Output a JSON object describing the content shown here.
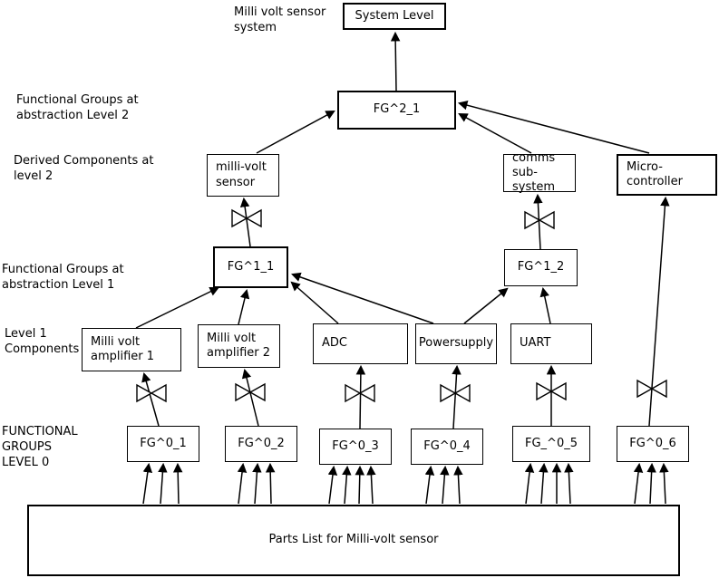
{
  "nodes": {
    "system_level": "System Level",
    "fg2_1": "FG^2_1",
    "millivolt_sensor": "milli-volt\nsensor",
    "comms_subsystem": "comms\nsub-system",
    "microcontroller": "Micro-\ncontroller",
    "fg1_1": "FG^1_1",
    "fg1_2": "FG^1_2",
    "amplifier1": "Milli volt\namplifier 1",
    "amplifier2": "Milli volt\namplifier 2",
    "adc": "ADC",
    "powersupply": "Powersupply",
    "uart": "UART",
    "fg0_1": "FG^0_1",
    "fg0_2": "FG^0_2",
    "fg0_3": "FG^0_3",
    "fg0_4": "FG^0_4",
    "fg0_5": "FG_^0_5",
    "fg0_6": "FG^0_6",
    "parts_list": "Parts List for Milli-volt sensor"
  },
  "labels": {
    "system_caption": "Milli volt sensor\nsystem",
    "fg_level2": "Functional Groups at\nabstraction Level 2",
    "derived_level2": "Derived Components at\nlevel 2",
    "fg_level1": "Functional Groups at\nabstraction Level 1",
    "level1_components": "Level  1\nComponents",
    "fg_level0": "FUNCTIONAL\nGROUPS\nLEVEL 0"
  },
  "colors": {
    "line": "#000000",
    "box_fill": "#ffffff",
    "background": "#ffffff"
  }
}
